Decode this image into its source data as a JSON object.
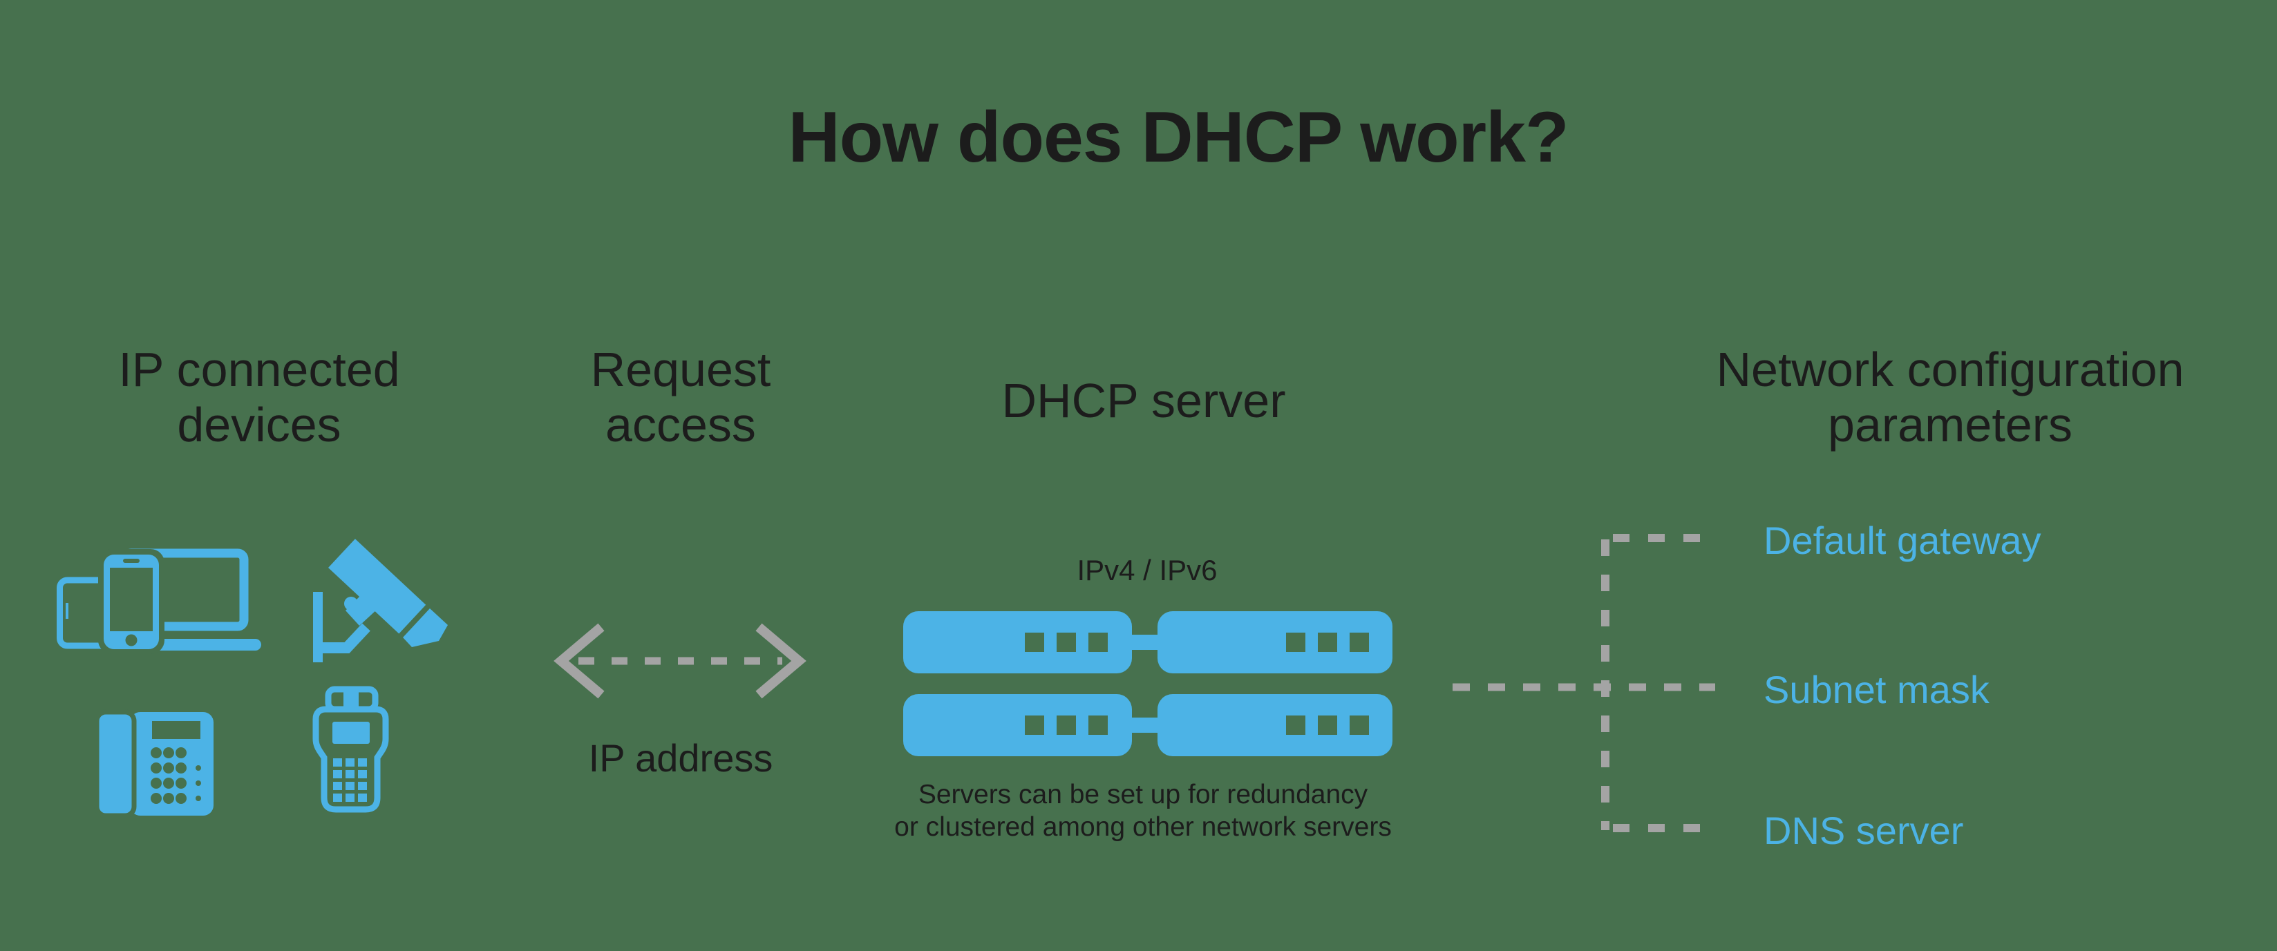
{
  "title": "How does DHCP work?",
  "colors": {
    "background": "#47714E",
    "accent_blue": "#4CB3E6",
    "line_gray": "#A4A4A4",
    "text_black": "#1C1C1C"
  },
  "columns": {
    "devices": {
      "header_line1": "IP connected",
      "header_line2": "devices"
    },
    "request": {
      "header_line1": "Request",
      "header_line2": "access",
      "result_label": "IP address"
    },
    "dhcp": {
      "header": "DHCP server",
      "protocol_label": "IPv4 / IPv6",
      "caption_line1": "Servers can be set up for redundancy",
      "caption_line2": "or clustered among other network servers"
    },
    "network": {
      "header_line1": "Network configuration",
      "header_line2": "parameters",
      "parameters": [
        "Default gateway",
        "Subnet mask",
        "DNS server"
      ]
    }
  }
}
